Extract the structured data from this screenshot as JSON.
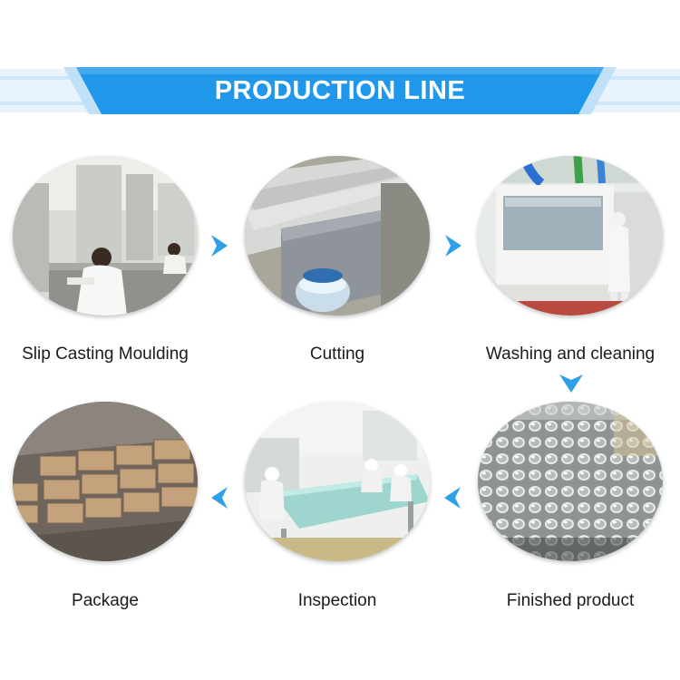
{
  "banner": {
    "title": "PRODUCTION LINE"
  },
  "steps": [
    {
      "label": "Slip Casting Moulding"
    },
    {
      "label": "Cutting"
    },
    {
      "label": "Washing and cleaning"
    },
    {
      "label": "Finished product"
    },
    {
      "label": "Inspection"
    },
    {
      "label": "Package"
    }
  ],
  "colors": {
    "banner_blue": "#1f97ea",
    "banner_light": "#d9ecfa",
    "arrow_blue": "#2f9fe8"
  }
}
